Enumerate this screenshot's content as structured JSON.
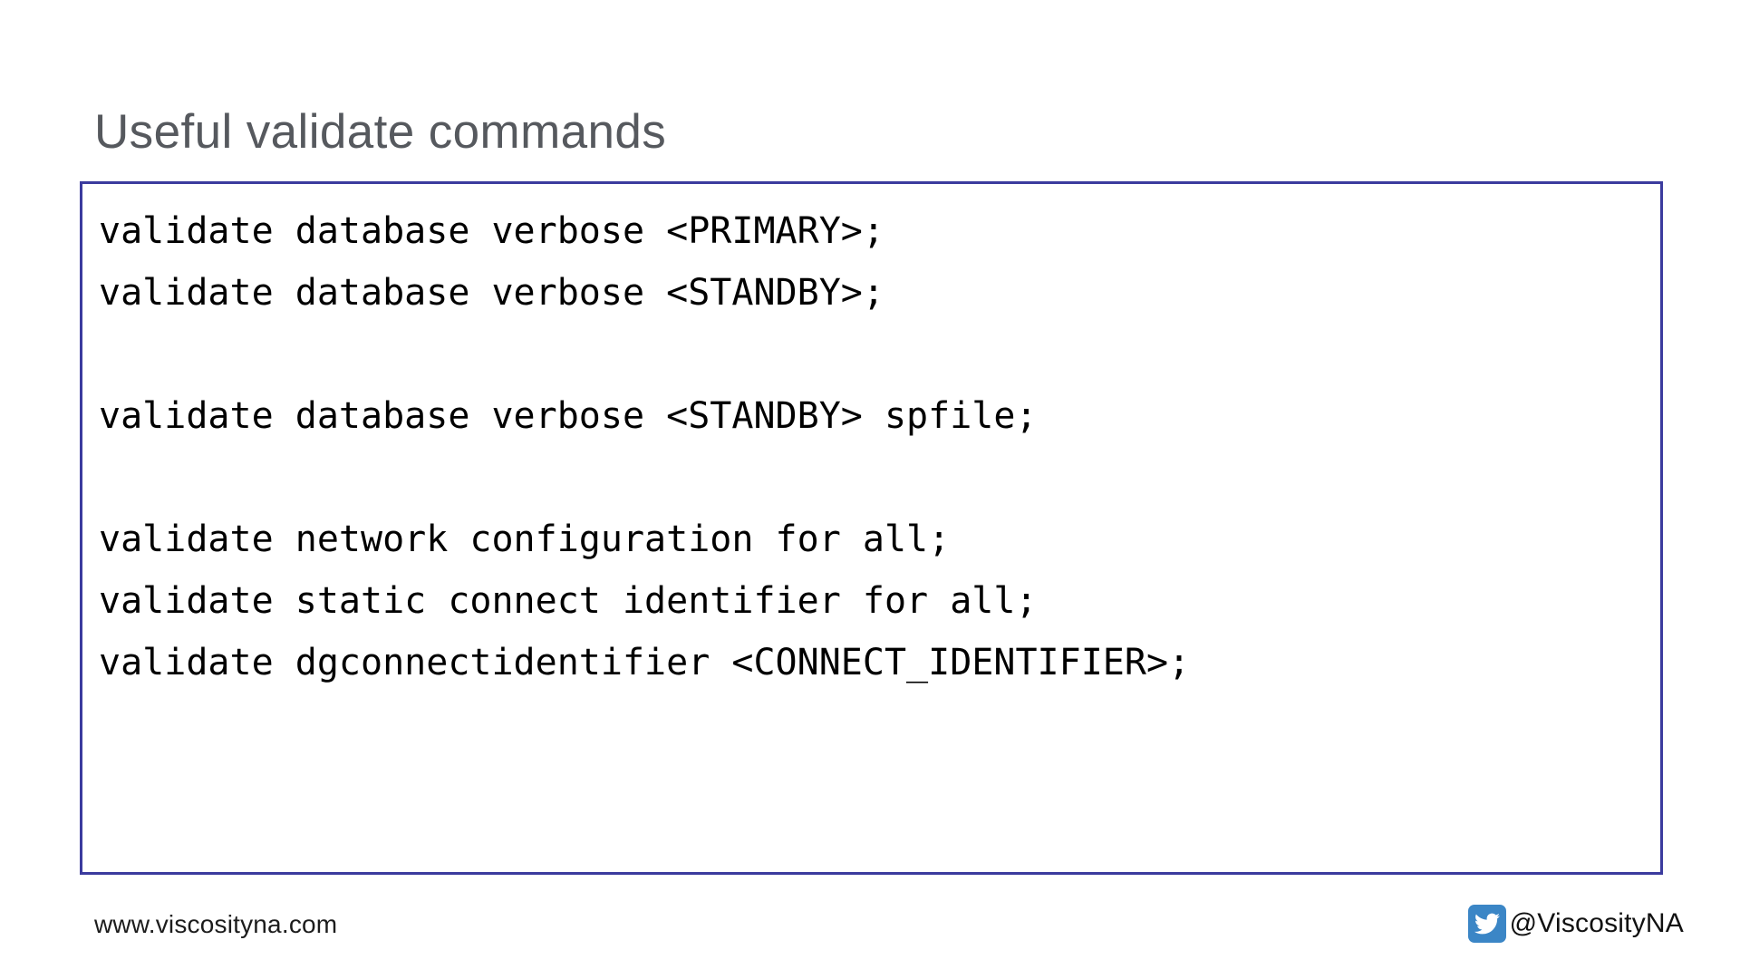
{
  "slide": {
    "title": "Useful validate commands",
    "background_color": "#ffffff",
    "title_color": "#56595E"
  },
  "code_block": {
    "border_color": "#3B3B9E",
    "background_color": "#ffffff",
    "text_color": "#000000",
    "lines": [
      "validate database verbose <PRIMARY>;",
      "validate database verbose <STANDBY>;",
      "",
      "validate database verbose <STANDBY> spfile;",
      "",
      "validate network configuration for all;",
      "validate static connect identifier for all;",
      "validate dgconnectidentifier <CONNECT_IDENTIFIER>;"
    ]
  },
  "footer": {
    "url": "www.viscosityna.com",
    "social_handle": "@ViscosityNA",
    "social_icon": "twitter-bird-icon",
    "social_icon_color": "#3B86C6"
  }
}
